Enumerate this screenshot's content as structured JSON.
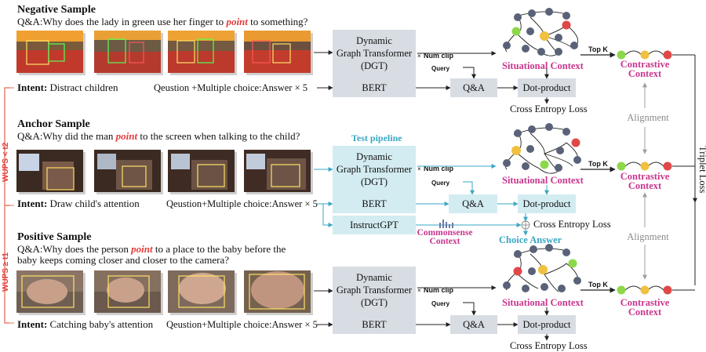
{
  "colors": {
    "pink": "#c8368d",
    "red_accent": "#e23b3b",
    "teal": "#3aa7c4",
    "grey_box": "#d8dde3",
    "teal_box": "#d3ecf1",
    "gray_text": "#8a8a8a",
    "node_gray": "#5a6278",
    "node_green": "#8cd84a",
    "node_yellow": "#f0c040",
    "node_red": "#e04848"
  },
  "negative": {
    "title": "Negative Sample",
    "question_prefix": "Q&A:Why does the lady in green use her finger to ",
    "question_point": "point",
    "question_suffix": " to something?",
    "intent_label": "Intent:",
    "intent_text": "Distract children",
    "qa_text": "Qeustion +Multiple choice:Answer",
    "qa_times": "× 5",
    "dgt": [
      "Dynamic",
      "Graph Transformer",
      "(DGT)"
    ],
    "num_clip_x": "×",
    "num_clip": "Num clip",
    "query": "Query",
    "bert": "BERT",
    "qa": "Q&A",
    "dot": "Dot-product",
    "cel": "Cross Entropy Loss",
    "situational": "Situational Context",
    "topk": "Top K",
    "contrastive": [
      "Contrastive",
      "Context"
    ]
  },
  "anchor": {
    "title": "Anchor Sample",
    "question_prefix": "Q&A:Why did the man ",
    "question_point": "point",
    "question_suffix": " to the screen when talking to the child?",
    "test_pipeline": "Test pipeline",
    "intent_label": "Intent:",
    "intent_text": "Draw child's attention",
    "qa_text": "Qeustion+Multiple choice:Answer",
    "qa_times": "× 5",
    "dgt": [
      "Dynamic",
      "Graph Transformer",
      "(DGT)"
    ],
    "num_clip_x": "×",
    "num_clip": "Num clip",
    "query": "Query",
    "bert": "BERT",
    "qa": "Q&A",
    "dot": "Dot-product",
    "cel": "Cross Entropy Loss",
    "instructgpt": "InstructGPT",
    "commonsense": [
      "Commonsense",
      "Context"
    ],
    "choice": "Choice Answer",
    "situational": "Situational Context",
    "topk": "Top K",
    "contrastive": [
      "Contrastive",
      "Context"
    ],
    "alignment_top": "Alignment",
    "alignment_bottom": "Alignment",
    "triplet": "Triplet Loss"
  },
  "positive": {
    "title": "Positive Sample",
    "question_line1_prefix": "Q&A:Why does the person ",
    "question_point": "point",
    "question_line1_suffix": " to a place to the baby before the",
    "question_line2": "baby keeps coming closer and closer to the camera?",
    "intent_label": "Intent:",
    "intent_text": "Catching baby's attention",
    "qa_text": "Qeustion+Multiple choice:Answer",
    "qa_times": "× 5",
    "dgt": [
      "Dynamic",
      "Graph Transformer",
      "(DGT)"
    ],
    "num_clip_x": "×",
    "num_clip": "Num clip",
    "query": "Query",
    "bert": "BERT",
    "qa": "Q&A",
    "dot": "Dot-product",
    "cel": "Cross Entropy Loss",
    "situational": "Situational Context",
    "topk": "Top K",
    "contrastive": [
      "Contrastive",
      "Context"
    ]
  },
  "side": {
    "wups_top": "WUPS < t2",
    "wups_bottom": "WUPS ≥ t1"
  }
}
